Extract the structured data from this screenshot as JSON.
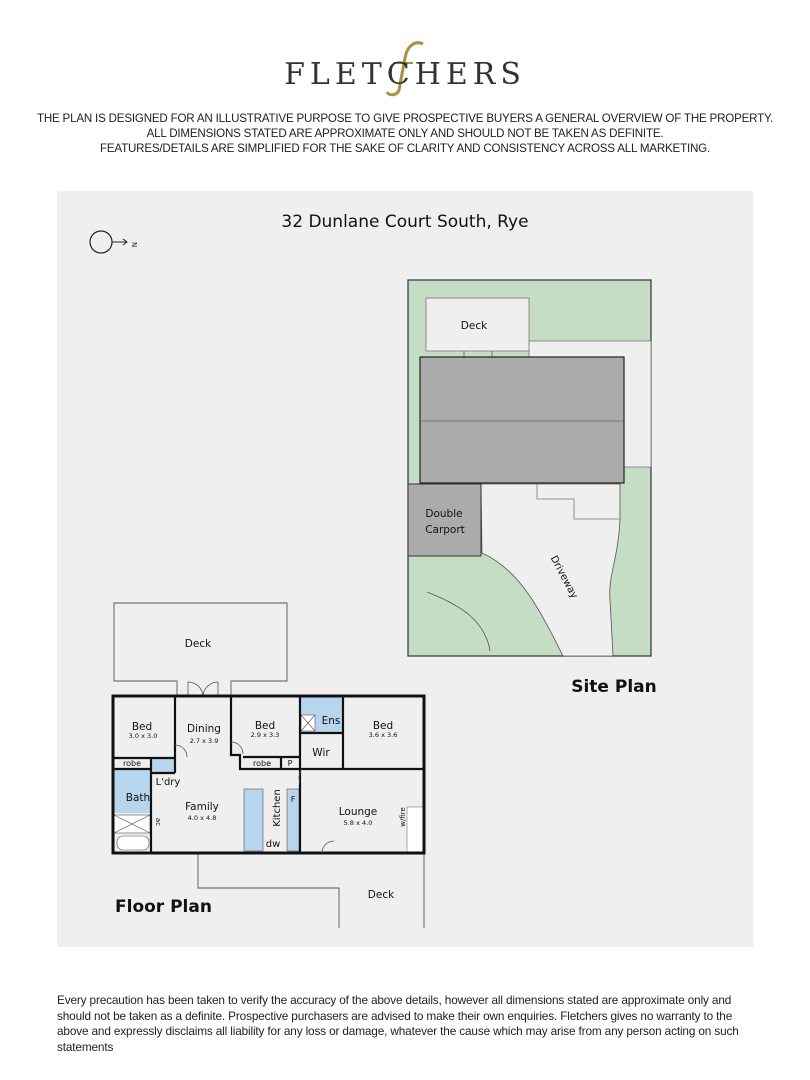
{
  "brand": {
    "name": "FLETCHERS",
    "accent": "#a8903e"
  },
  "notice": [
    "THE PLAN IS DESIGNED FOR AN ILLUSTRATIVE PURPOSE TO GIVE PROSPECTIVE BUYERS A GENERAL OVERVIEW OF THE PROPERTY.",
    "ALL DIMENSIONS STATED ARE APPROXIMATE ONLY AND SHOULD NOT BE TAKEN AS DEFINITE.",
    "FEATURES/DETAILS ARE SIMPLIFIED FOR THE SAKE OF CLARITY AND CONSISTENCY ACROSS ALL MARKETING."
  ],
  "address": "32 Dunlane Court South, Rye",
  "compass": {
    "label": "N",
    "icon": "north-arrow-icon"
  },
  "site_plan": {
    "title": "Site Plan",
    "deck": "Deck",
    "carport": [
      "Double",
      "Carport"
    ],
    "driveway": "Driveway"
  },
  "floor_plan": {
    "title": "Floor Plan",
    "decks": [
      "Deck",
      "Deck"
    ],
    "rooms": {
      "bed1": {
        "name": "Bed",
        "dims": "3.0 x 3.0"
      },
      "dining": {
        "name": "Dining",
        "dims": "2.7 x 3.9"
      },
      "bed2": {
        "name": "Bed",
        "dims": "2.9 x 3.3"
      },
      "ens": {
        "name": "Ens"
      },
      "wir": {
        "name": "Wir"
      },
      "bed3": {
        "name": "Bed",
        "dims": "3.6 x 3.6"
      },
      "robe1": {
        "name": "robe"
      },
      "robe2": {
        "name": "robe"
      },
      "pantry": {
        "name": "P"
      },
      "laundry": {
        "name": "L'dry"
      },
      "bath": {
        "name": "Bath"
      },
      "family": {
        "name": "Family",
        "dims": "4.0 x 4.8"
      },
      "kitchen": {
        "name": "Kitchen"
      },
      "fridge": {
        "name": "F"
      },
      "dishwasher": {
        "name": "dw"
      },
      "ac": {
        "name": "ac"
      },
      "lounge": {
        "name": "Lounge",
        "dims": "5.8 x 4.0"
      },
      "fire": {
        "name": "w/fire"
      }
    }
  },
  "colors": {
    "lawn": "#c5dcc5",
    "roof": "#ababab",
    "wet_area": "#b8d5ee",
    "panel": "#efeff0"
  },
  "footer": "Every precaution has been taken to verify the accuracy of the above details, however all dimensions stated are approximate only and should not be taken as a definite. Prospective purchasers are advised to make their own enquiries. Fletchers gives no warranty to the above and expressly disclaims all liability for any loss or damage, whatever the cause which may arise from any person acting on such statements"
}
